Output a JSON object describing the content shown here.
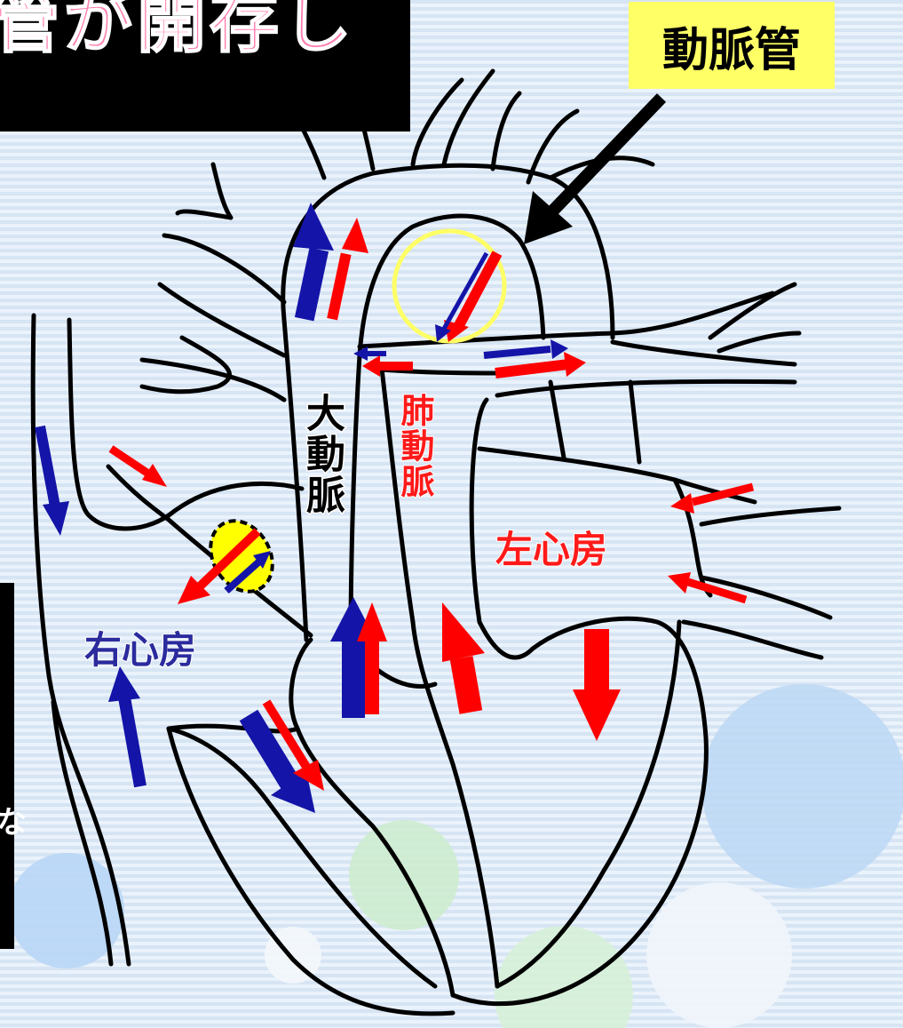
{
  "title": {
    "text": "管が開存し"
  },
  "left_mark": "な",
  "tag": {
    "text": "動脈管"
  },
  "labels": {
    "left_atrium": "左心房",
    "right_atrium": "右心房",
    "aorta": "大動脈",
    "pulmonary_artery": "肺動脈"
  },
  "colors": {
    "oxygenated_arrow": "#ff0000",
    "deoxygenated_arrow": "#1414a8",
    "highlight_ring": "#ffff66",
    "foramen_fill": "#ffff00",
    "tag_background": "#ffff66"
  }
}
